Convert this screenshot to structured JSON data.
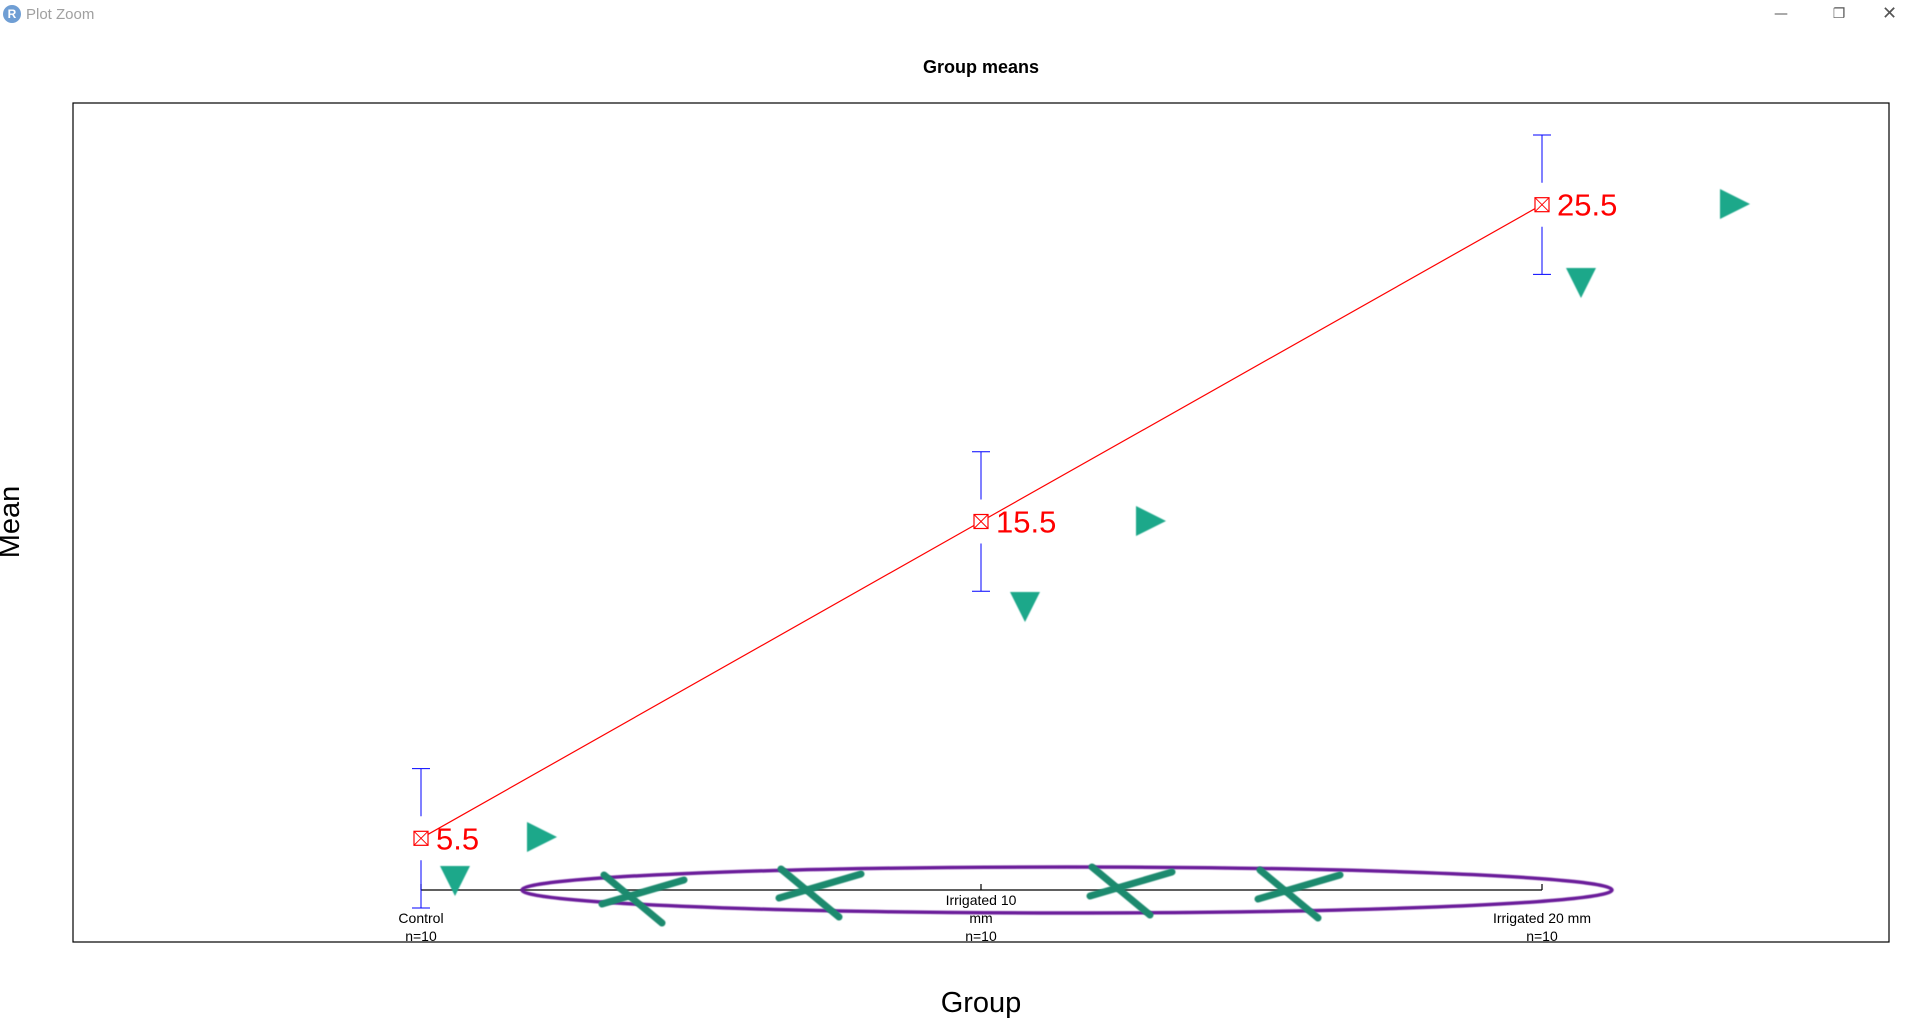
{
  "window": {
    "title": "Plot Zoom",
    "app_icon_letter": "R",
    "minimize_glyph": "—",
    "maximize_glyph": "❐",
    "close_glyph": "✕"
  },
  "chart_data": {
    "type": "line",
    "title": "Group means",
    "xlabel": "Group",
    "ylabel": "Mean",
    "categories": [
      [
        "Control",
        "n=10"
      ],
      [
        "Irrigated 10",
        "mm",
        "n=10"
      ],
      [
        "Irrigated 20 mm",
        "n=10"
      ]
    ],
    "series": [
      {
        "values": [
          5.5,
          15.5,
          25.5
        ],
        "labels": [
          "5.5",
          "15.5",
          "25.5"
        ],
        "ci_upper": [
          7.7,
          17.7,
          27.7
        ],
        "ci_lower": [
          3.3,
          13.3,
          23.3
        ]
      }
    ],
    "ylim": [
      3.3,
      27.7
    ],
    "grid": false,
    "colors": {
      "line": "#ff0000",
      "points": "#ff0000",
      "labels": "#ff0000",
      "error_bars": "#0000ff",
      "annotation_arrows": "#1aa88a",
      "annotation_crosses": "#1e8a6e",
      "annotation_ellipse": "#6a1b9a"
    }
  },
  "annotations": {
    "arrows_right_count": 3,
    "arrows_down_count": 3,
    "ellipse_crosses_count": 4,
    "icons": [
      "arrow-right-icon",
      "arrow-down-icon",
      "ellipse-highlight",
      "cross-mark-icon"
    ]
  }
}
